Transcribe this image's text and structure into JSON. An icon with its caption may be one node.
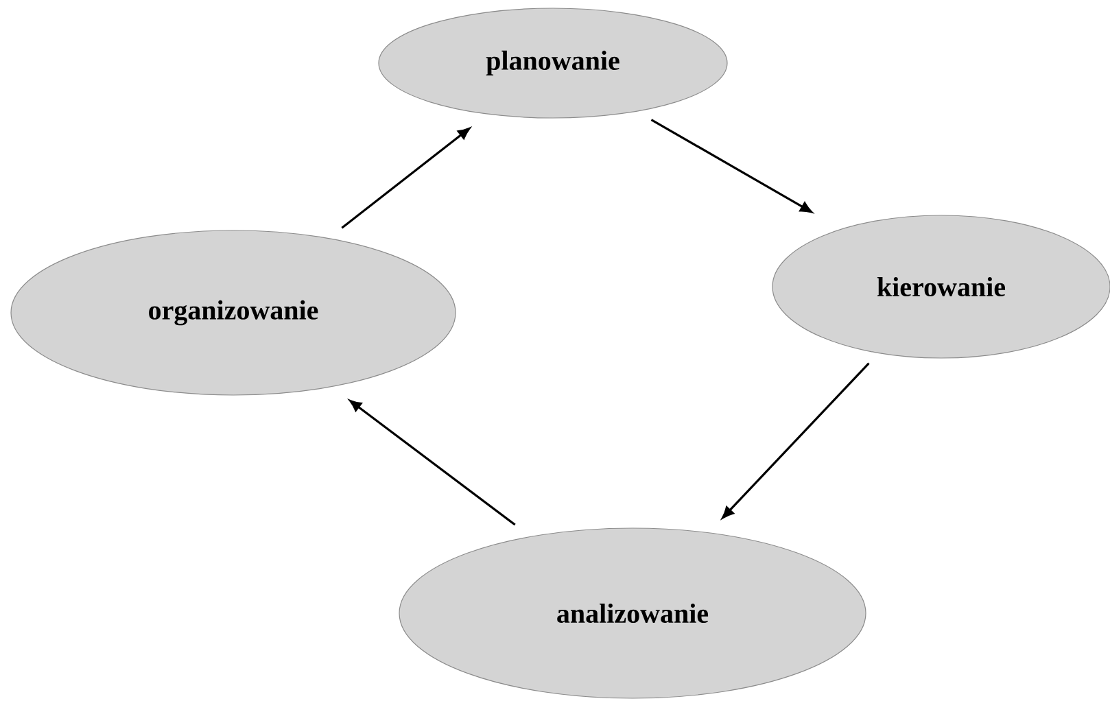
{
  "diagram": {
    "nodes": [
      {
        "text": [
          "planowanie"
        ]
      },
      {
        "text": [
          "kierowanie"
        ]
      },
      {
        "text": [
          "analizowanie"
        ]
      },
      {
        "text": [
          "organizowanie"
        ]
      }
    ],
    "edges": [
      {
        "from": 0,
        "to": 1,
        "arrow": "to"
      },
      {
        "from": 1,
        "to": 2,
        "arrow": "to"
      },
      {
        "from": 2,
        "to": 3,
        "arrow": "to"
      },
      {
        "from": 3,
        "to": 0,
        "arrow": "to"
      }
    ]
  }
}
